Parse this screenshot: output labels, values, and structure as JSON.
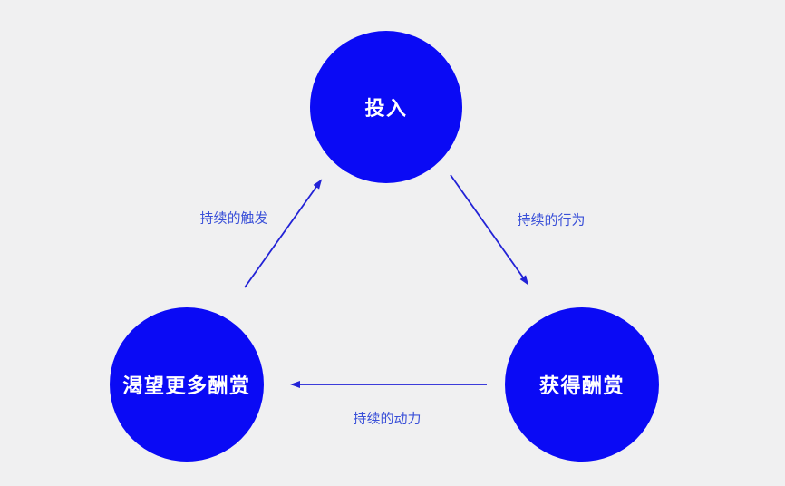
{
  "diagram": {
    "type": "cycle-diagram",
    "nodes": [
      {
        "id": "invest",
        "label": "投入"
      },
      {
        "id": "crave-more-rewards",
        "label": "渴望更多酬赏"
      },
      {
        "id": "get-rewards",
        "label": "获得酬赏"
      }
    ],
    "edges": [
      {
        "id": "continuous-trigger",
        "label": "持续的触发",
        "from": "crave-more-rewards",
        "to": "invest"
      },
      {
        "id": "continuous-behavior",
        "label": "持续的行为",
        "from": "invest",
        "to": "get-rewards"
      },
      {
        "id": "continuous-motivation",
        "label": "持续的动力",
        "from": "get-rewards",
        "to": "crave-more-rewards"
      }
    ],
    "colors": {
      "background": "#F0F0F1",
      "node_fill": "#0A0AF5",
      "node_text": "#FFFFFF",
      "arrow": "#2222D6",
      "edge_label_text": "#3A50D8"
    }
  }
}
